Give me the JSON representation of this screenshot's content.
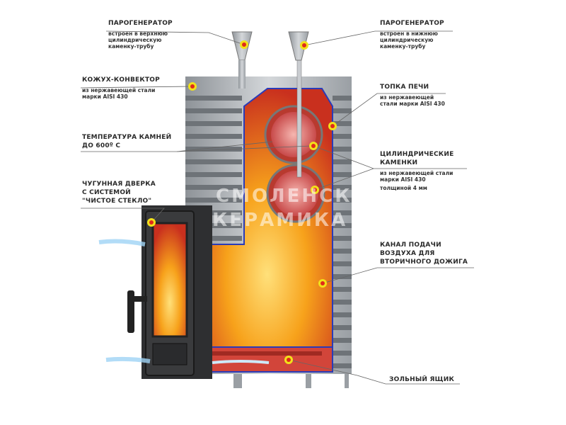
{
  "labels": [
    {
      "title": "ПАРОГЕНЕРАТОР",
      "sub": "встроен в верхнюю\nцилиндрическую\nкаменку-трубу"
    },
    {
      "title": "КОЖУХ-КОНВЕКТОР",
      "sub": "из нержавеющей стали\nмарки AISI 430"
    },
    {
      "title": "ТЕМПЕРАТУРА КАМНЕЙ\nДО 600º С",
      "sub": ""
    },
    {
      "title": "ЧУГУННАЯ ДВЕРКА\nС СИСТЕМОЙ\n\"ЧИСТОЕ СТЕКЛО\"",
      "sub": ""
    },
    {
      "title": "ПАРОГЕНЕРАТОР",
      "sub": "встроен в нижнюю\nцилиндрическую\nкаменку-трубу"
    },
    {
      "title": "ТОПКА ПЕЧИ",
      "sub": "из нержавеющей\nстали марки AISI 430"
    },
    {
      "title": "ЦИЛИНДРИЧЕСКИЕ\nКАМЕНКИ",
      "sub": "из нержавеющей стали\nмарки AISI 430",
      "sub2": "толщиной 4 мм"
    },
    {
      "title": "КАНАЛ ПОДАЧИ\nВОЗДУХА ДЛЯ\nВТОРИЧНОГО ДОЖИГА",
      "sub": ""
    },
    {
      "title": "ЗОЛЬНЫЙ ЯЩИК",
      "sub": ""
    }
  ],
  "watermark": [
    "СМОЛЕНСКАЯ",
    "КЕРАМИКА"
  ],
  "colors": {
    "steel": "#b8bcc0",
    "fire": "#d9482a",
    "flame": "#f7a21b",
    "marker": "#f2e11a",
    "marker_core": "#e02a1a",
    "frame": "#2a3bb8"
  }
}
